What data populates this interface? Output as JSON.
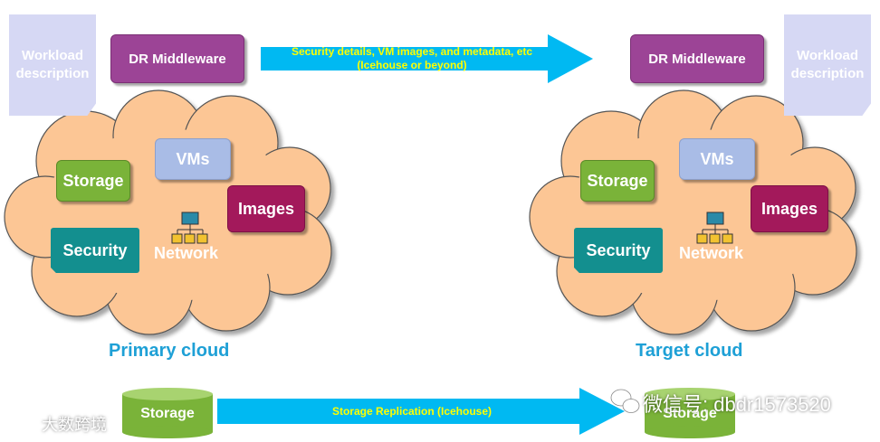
{
  "top": {
    "workload_left": "Workload description",
    "workload_right": "Workload description",
    "middleware_left": "DR Middleware",
    "middleware_right": "DR Middleware",
    "arrow_line1": "Security details, VM images, and metadata, etc",
    "arrow_line2": "(Icehouse or beyond)"
  },
  "primary": {
    "storage": "Storage",
    "vms": "VMs",
    "images": "Images",
    "security": "Security",
    "network": "Network",
    "label": "Primary cloud"
  },
  "target": {
    "storage": "Storage",
    "vms": "VMs",
    "images": "Images",
    "security": "Security",
    "network": "Network",
    "label": "Target cloud"
  },
  "bottom": {
    "storage_left": "Storage",
    "storage_right": "Storage",
    "arrow_text": "Storage Replication (Icehouse)"
  },
  "watermark": {
    "left": "大数跨境",
    "right": "微信号: dbdr1573520"
  },
  "colors": {
    "cloud_fill": "#fcc695",
    "arrow": "#00b9f2",
    "arrow_text": "#ffff00",
    "cloud_label": "#1ea0d6"
  }
}
